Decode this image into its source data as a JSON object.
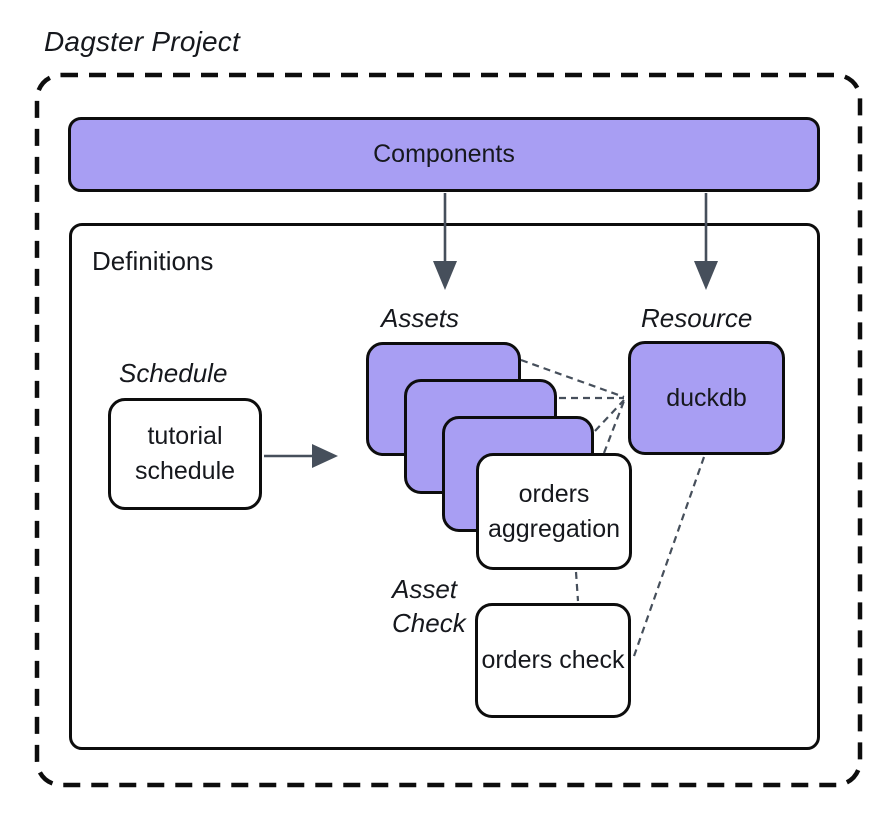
{
  "title": "Dagster Project",
  "colors": {
    "purple": "#A89EF3",
    "box_border": "#0D0D0D",
    "connector": "#464F5B",
    "text": "#16181D",
    "background": "#FFFFFF"
  },
  "components": {
    "label": "Components"
  },
  "definitions": {
    "label": "Definitions",
    "schedule": {
      "label": "Schedule",
      "box_label": "tutorial schedule"
    },
    "assets": {
      "label": "Assets",
      "stacked_cards": 3,
      "front_box_label": "orders aggregation"
    },
    "resource": {
      "label": "Resource",
      "box_label": "duckdb"
    },
    "asset_check": {
      "label": "Asset Check",
      "box_label": "orders check"
    }
  },
  "edges": [
    {
      "from": "Components",
      "to": "Assets stack",
      "style": "solid-arrow"
    },
    {
      "from": "Components",
      "to": "duckdb",
      "style": "solid-arrow"
    },
    {
      "from": "tutorial schedule",
      "to": "Assets stack",
      "style": "solid-arrow"
    },
    {
      "from": "asset card 1",
      "to": "duckdb",
      "style": "dashed"
    },
    {
      "from": "asset card 2",
      "to": "duckdb",
      "style": "dashed"
    },
    {
      "from": "asset card 3",
      "to": "duckdb",
      "style": "dashed"
    },
    {
      "from": "orders aggregation",
      "to": "duckdb",
      "style": "dashed"
    },
    {
      "from": "orders aggregation",
      "to": "orders check",
      "style": "dashed"
    },
    {
      "from": "duckdb",
      "to": "orders check",
      "style": "dashed"
    }
  ]
}
